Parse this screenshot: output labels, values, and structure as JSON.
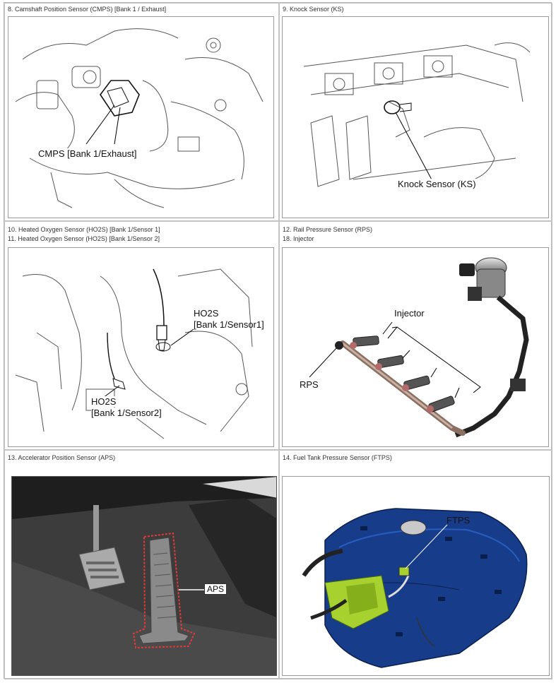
{
  "cells": [
    {
      "id": "cmps",
      "headers": [
        "8. Camshaft Position Sensor (CMPS) [Bank 1 / Exhaust]"
      ],
      "labels": [
        "CMPS [Bank 1/Exhaust]"
      ]
    },
    {
      "id": "ks",
      "headers": [
        "9. Knock Sensor (KS)"
      ],
      "labels": [
        "Knock Sensor (KS)"
      ]
    },
    {
      "id": "ho2s",
      "headers": [
        "10. Heated Oxygen Sensor (HO2S) [Bank 1/Sensor 1]",
        "11. Heated Oxygen Sensor (HO2S) [Bank 1/Sensor 2]"
      ],
      "labels": [
        "HO2S",
        "[Bank 1/Sensor1]",
        "HO2S",
        "[Bank 1/Sensor2]"
      ]
    },
    {
      "id": "rps",
      "headers": [
        "12. Rail Pressure Sensor (RPS)",
        "18. Injector"
      ],
      "labels": [
        "Injector",
        "RPS"
      ]
    },
    {
      "id": "aps",
      "headers": [
        "13. Accelerator Position Sensor (APS)"
      ],
      "labels": [
        "APS"
      ]
    },
    {
      "id": "ftps",
      "headers": [
        "14. Fuel Tank Pressure Sensor (FTPS)"
      ],
      "labels": [
        "FTPS"
      ]
    }
  ]
}
